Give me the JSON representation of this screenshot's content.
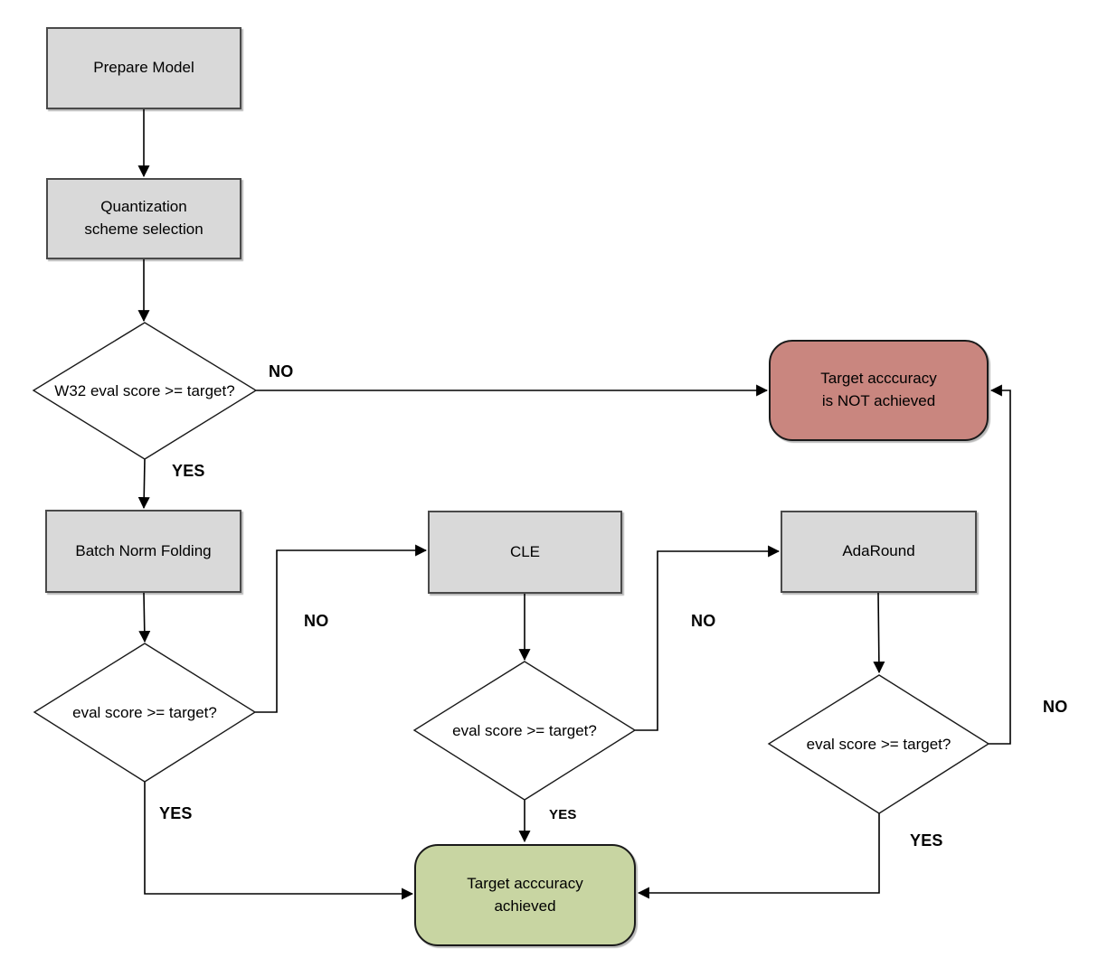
{
  "colors": {
    "canvas_bg": "#ffffff",
    "text_color": "#000000",
    "edge_color": "#000000",
    "process_fill": "#d9d9d9",
    "process_border": "#4a4a4a",
    "decision_fill": "#ffffff",
    "decision_border": "#1a1a1a",
    "terminal_border": "#1a1a1a",
    "fail_fill": "#c9867f",
    "success_fill": "#c8d5a2"
  },
  "nodes": {
    "prepare_model": {
      "type": "process",
      "label": "Prepare Model"
    },
    "quantization_scheme": {
      "type": "process",
      "label": "Quantization\nscheme selection"
    },
    "w32_eval_decision": {
      "type": "decision",
      "label": "W32 eval score >= target?"
    },
    "target_not_achieved": {
      "type": "terminal-fail",
      "label": "Target acccuracy\nis NOT achieved"
    },
    "batch_norm_folding": {
      "type": "process",
      "label": "Batch Norm Folding"
    },
    "bnf_eval_decision": {
      "type": "decision",
      "label": "eval score >= target?"
    },
    "cle": {
      "type": "process",
      "label": "CLE"
    },
    "cle_eval_decision": {
      "type": "decision",
      "label": "eval score >= target?"
    },
    "adaround": {
      "type": "process",
      "label": "AdaRound"
    },
    "adaround_eval_decision": {
      "type": "decision",
      "label": "eval score >= target?"
    },
    "target_achieved": {
      "type": "terminal-success",
      "label": "Target acccuracy\nachieved"
    }
  },
  "edge_labels": {
    "w32_no": "NO",
    "w32_yes": "YES",
    "bnf_no": "NO",
    "bnf_yes": "YES",
    "cle_no": "NO",
    "cle_yes": "YES",
    "adaround_no": "NO",
    "adaround_yes": "YES"
  }
}
